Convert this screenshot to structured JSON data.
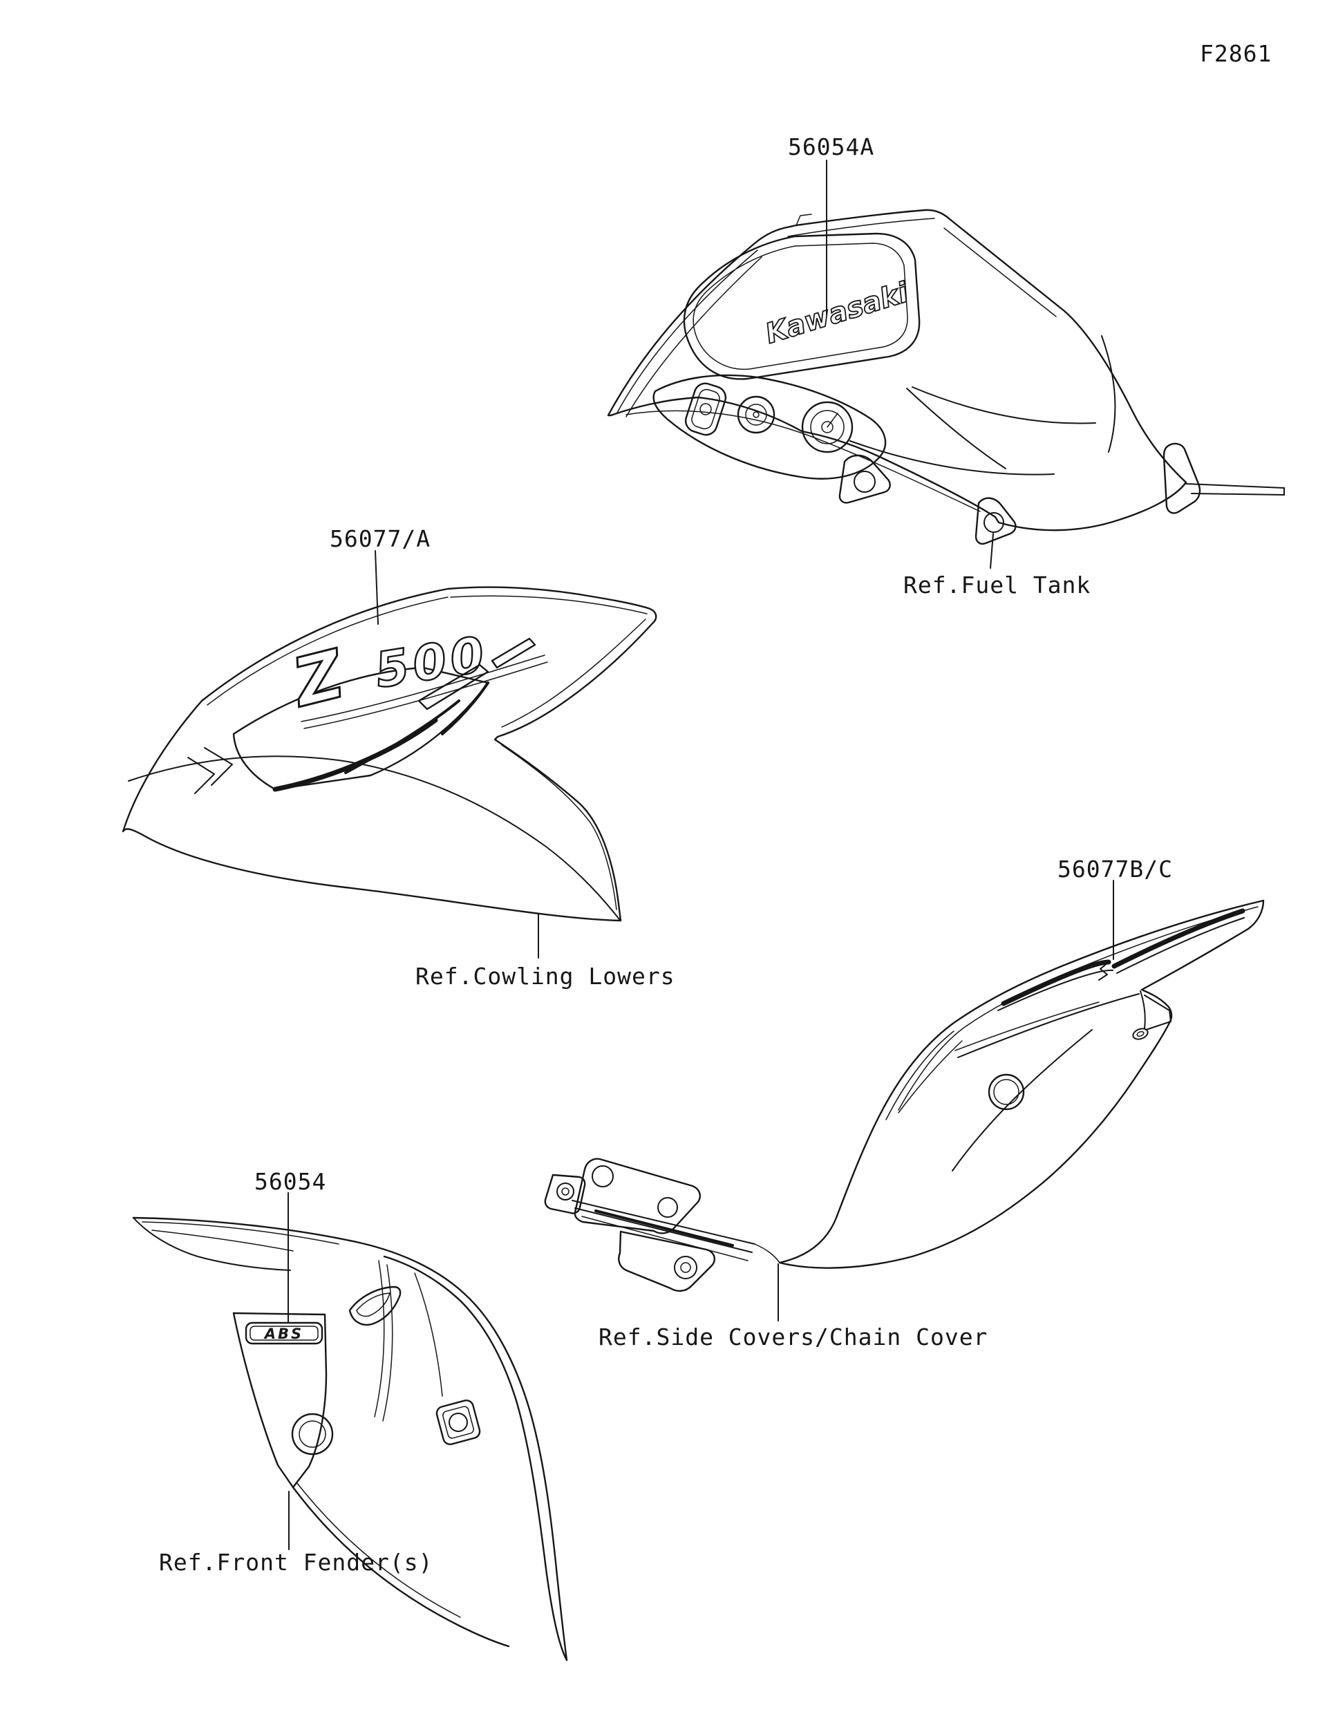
{
  "figure": {
    "code": "F2861"
  },
  "colors": {
    "line": "#161616",
    "background": "#ffffff"
  },
  "callouts": {
    "fuel_tank": {
      "part_number": "56054A",
      "ref_label": "Ref.Fuel Tank"
    },
    "cowling": {
      "part_number": "56077/A",
      "ref_label": "Ref.Cowling Lowers"
    },
    "side_cover": {
      "part_number": "56077B/C",
      "ref_label": "Ref.Side Covers/Chain Cover"
    },
    "front_fender": {
      "part_number": "56054",
      "ref_label": "Ref.Front Fender(s)"
    }
  },
  "decals": {
    "tank_logo": "Kawasaki",
    "cowling_logo": "Z500",
    "cowling_logo_z": "Z",
    "cowling_logo_model": "500",
    "fender_badge": "ABS"
  }
}
